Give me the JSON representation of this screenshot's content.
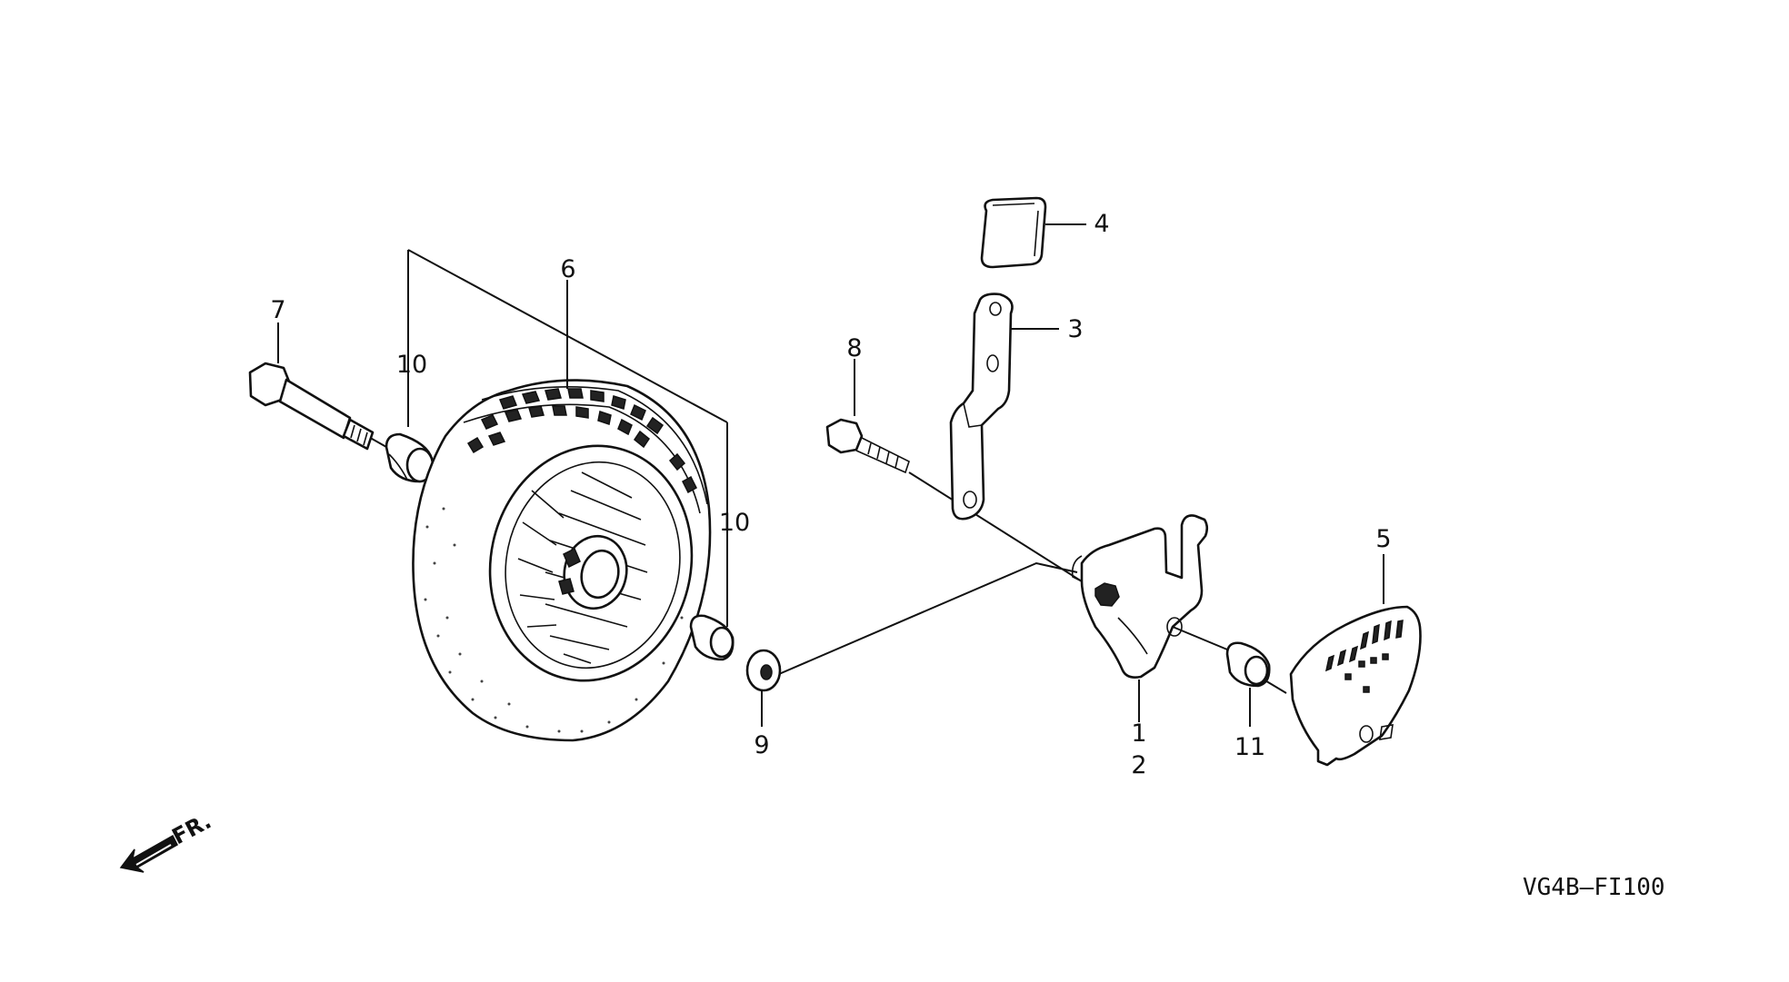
{
  "diagram_code": "VG4B—FI100",
  "front_indicator": "FR.",
  "callouts": {
    "c1": "1",
    "c2": "2",
    "c3": "3",
    "c4": "4",
    "c5": "5",
    "c6": "6",
    "c7": "7",
    "c8": "8",
    "c9": "9",
    "c10a": "10",
    "c10b": "10",
    "c11": "11"
  }
}
